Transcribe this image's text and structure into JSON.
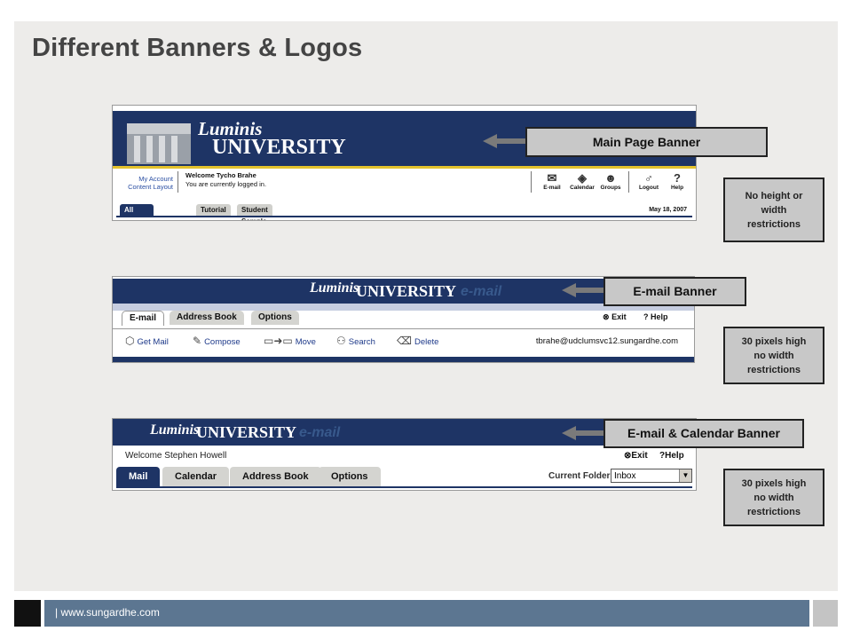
{
  "slide": {
    "title": "Different Banners & Logos"
  },
  "logo": {
    "script": "Luminis",
    "word": "UNIVERSITY",
    "email_tag": "e-mail"
  },
  "banner1": {
    "links": [
      "My Account",
      "Content Layout"
    ],
    "welcome_name": "Welcome Tycho Brahe",
    "welcome_status": "You are currently logged in.",
    "icons": [
      {
        "label": "E-mail",
        "icon": "envelope-icon",
        "glyph": "✉"
      },
      {
        "label": "Calendar",
        "icon": "calendar-icon",
        "glyph": "◈"
      },
      {
        "label": "Groups",
        "icon": "groups-icon",
        "glyph": "☻"
      },
      {
        "label": "Logout",
        "icon": "logout-icon",
        "glyph": "♂"
      },
      {
        "label": "Help",
        "icon": "help-icon",
        "glyph": "?"
      }
    ],
    "tabs": [
      "All Users Sample",
      "Tutorial",
      "Student Sample"
    ],
    "date": "May 18, 2007"
  },
  "banner2": {
    "tabs": [
      "E-mail",
      "Address Book",
      "Options"
    ],
    "exit": "Exit",
    "help": "Help",
    "toolbar": [
      "Get Mail",
      "Compose",
      "Move",
      "Search",
      "Delete"
    ],
    "email": "tbrahe@udclumsvc12.sungardhe.com"
  },
  "banner3": {
    "welcome": "Welcome Stephen Howell",
    "exit": "Exit",
    "help": "Help",
    "tabs": [
      "Mail",
      "Calendar",
      "Address Book",
      "Options"
    ],
    "folder_label": "Current Folder:",
    "folder_value": "Inbox"
  },
  "callouts": {
    "main": "Main Page Banner",
    "email": "E-mail Banner",
    "email_calendar": "E-mail & Calendar Banner"
  },
  "notes": {
    "note1": [
      "No height or",
      "width",
      "restrictions"
    ],
    "note2": [
      "30 pixels high",
      "no width",
      "restrictions"
    ],
    "note3": [
      "30 pixels high",
      "no width",
      "restrictions"
    ]
  },
  "footer": {
    "text": "| www.sungardhe.com"
  },
  "colors": {
    "navy": "#1e3465",
    "accent_yellow": "#e3c22d",
    "footer_bar": "#5c7691",
    "slide_bg": "#edecea"
  }
}
